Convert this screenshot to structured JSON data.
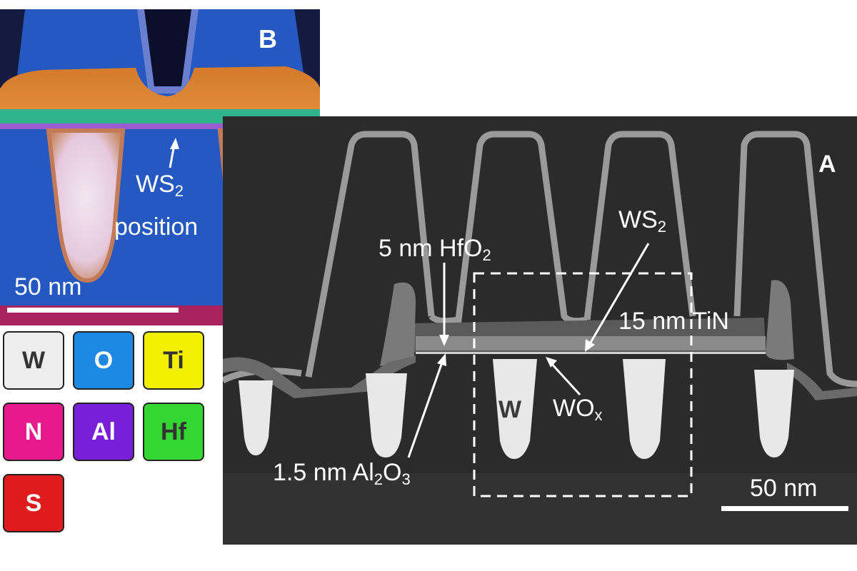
{
  "panel_a": {
    "letter": "A",
    "labels": {
      "ws2": "WS",
      "ws2_sub": "2",
      "hfo2_prefix": "5 nm HfO",
      "hfo2_sub": "2",
      "tin": "15 nm TiN",
      "w": "W",
      "wox": "WO",
      "wox_sub": "x",
      "al2o3_prefix": "1.5 nm Al",
      "al2o3_sub1": "2",
      "al2o3_mid": "O",
      "al2o3_sub2": "3"
    },
    "scale_bar": "50 nm"
  },
  "panel_b": {
    "letter": "B",
    "ws2_line1": "WS",
    "ws2_sub": "2",
    "ws2_line2": "position",
    "scale_bar": "50 nm"
  },
  "legend": [
    {
      "symbol": "W",
      "color": "#eeeeee",
      "text_color": "#333333"
    },
    {
      "symbol": "O",
      "color": "#1e88e5",
      "text_color": "#ffffff"
    },
    {
      "symbol": "Ti",
      "color": "#f2f000",
      "text_color": "#333333"
    },
    {
      "symbol": "N",
      "color": "#e8198c",
      "text_color": "#ffffff"
    },
    {
      "symbol": "Al",
      "color": "#7a1fd9",
      "text_color": "#ffffff"
    },
    {
      "symbol": "Hf",
      "color": "#34d632",
      "text_color": "#333333"
    },
    {
      "symbol": "S",
      "color": "#e01b1b",
      "text_color": "#ffffff"
    }
  ]
}
